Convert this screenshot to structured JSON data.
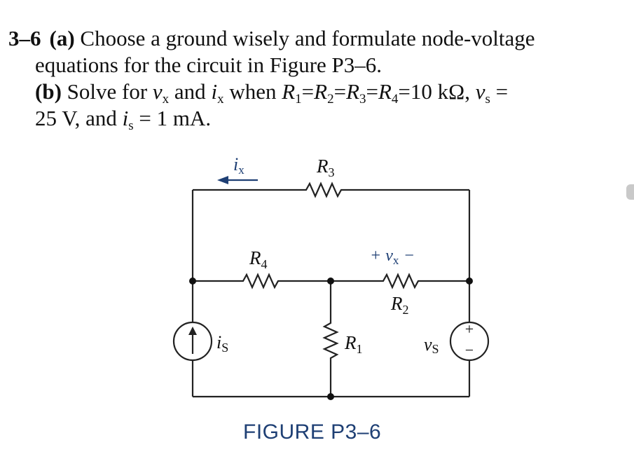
{
  "problem": {
    "number": "3–6",
    "part_a_label": "(a)",
    "part_a_line1": "Choose a ground wisely and formulate node-voltage",
    "part_a_line2": "equations for the circuit in Figure P3–6.",
    "part_b_label": "(b)",
    "part_b_text": "Solve for",
    "vx_sym": "v",
    "x_sub": "x",
    "and_text": "and",
    "ix_sym": "i",
    "when_text": "when",
    "r_sym": "R",
    "r1_sub": "1",
    "r2_sub": "2",
    "r3_sub": "3",
    "r4_sub": "4",
    "eq": "=",
    "value_10k": "10 kΩ,",
    "vs_sym": "v",
    "s_sub": "s",
    "line4_a": "25 V, and",
    "is_sym": "i",
    "line4_b": "= 1 mA."
  },
  "figure": {
    "caption": "FIGURE  P3–6",
    "labels": {
      "ix": "i",
      "ix_sub": "x",
      "r3": "R",
      "r3_sub": "3",
      "r4": "R",
      "r4_sub": "4",
      "r1": "R",
      "r1_sub": "1",
      "r2": "R",
      "r2_sub": "2",
      "vx": "+ v",
      "vx_sub": "x",
      "vx_minus": "−",
      "is": "i",
      "is_sub": "S",
      "vs": "v",
      "vs_sub": "S",
      "src_plus": "+",
      "src_minus": "−"
    }
  }
}
